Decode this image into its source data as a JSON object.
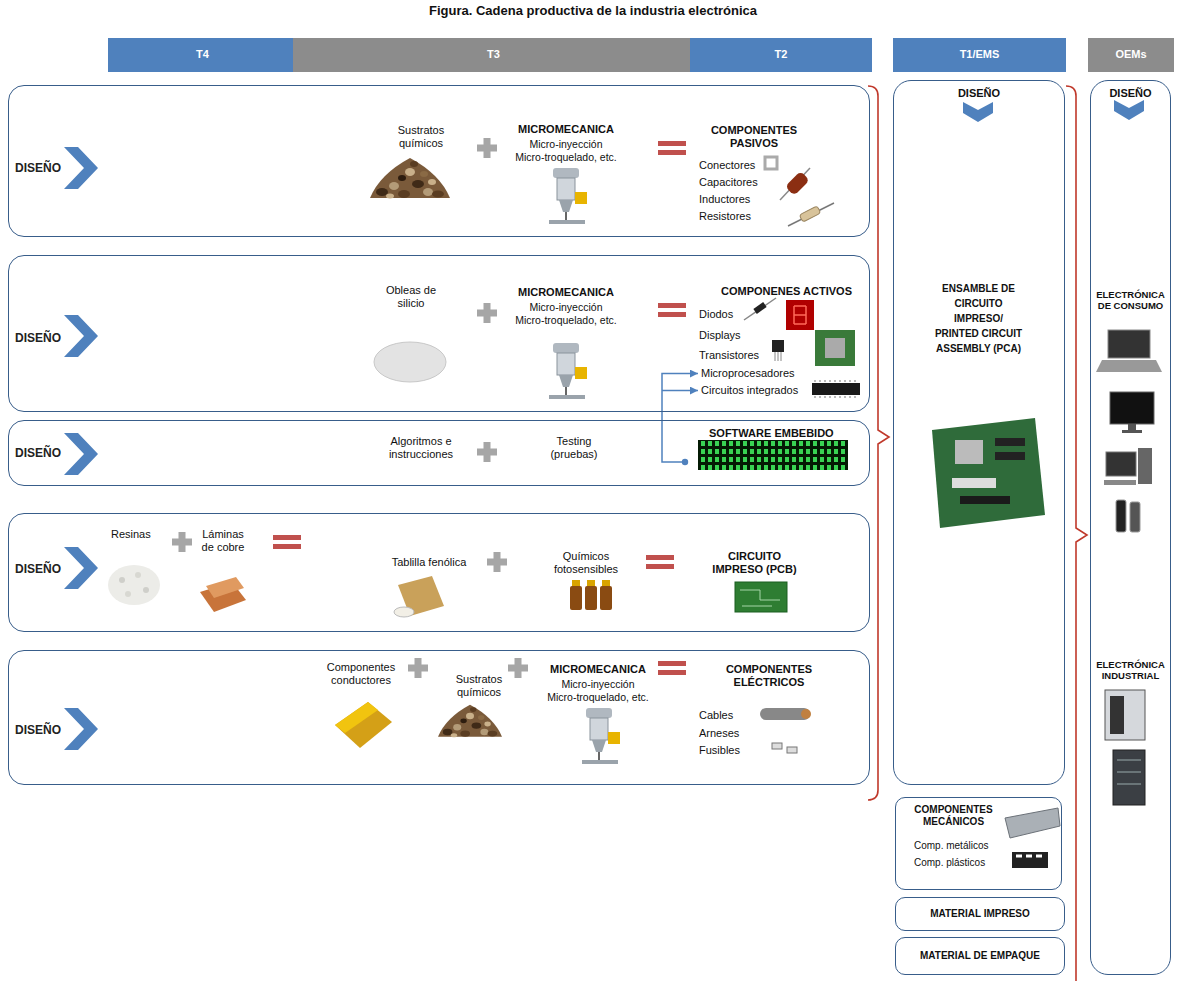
{
  "diagram": {
    "title": "Figura. Cadena productiva de la industria electrónica",
    "nodes": [
      {
        "text": [
          "T4"
        ]
      },
      {
        "text": [
          "T3"
        ]
      },
      {
        "text": [
          "T2"
        ]
      },
      {
        "text": [
          "T1/EMS"
        ]
      },
      {
        "text": [
          "OEMs"
        ]
      },
      {
        "text": [
          "DISEÑO",
          "Sustratos químicos",
          "MICROMECANICA",
          "Micro-inyección Micro-troquelado, etc.",
          "COMPONENTES PASIVOS",
          "Conectores",
          "Capacitores",
          "Inductores",
          "Resistores"
        ]
      },
      {
        "text": [
          "DISEÑO",
          "Obleas de silicio",
          "MICROMECANICA",
          "Micro-inyección Micro-troquelado, etc.",
          "COMPONENES ACTIVOS",
          "Diodos",
          "Displays",
          "Transistores",
          "Microprocesadores",
          "Circuitos integrados"
        ]
      },
      {
        "text": [
          "DISEÑO",
          "Algoritmos e instrucciones",
          "Testing (pruebas)",
          "SOFTWARE EMBEBIDO"
        ]
      },
      {
        "text": [
          "DISEÑO",
          "Resinas",
          "Láminas de cobre",
          "Tablilla fenólica",
          "Químicos fotosensibles",
          "CIRCUITO IMPRESO (PCB)"
        ]
      },
      {
        "text": [
          "DISEÑO",
          "Componentes conductores",
          "Sustratos químicos",
          "MICROMECANICA",
          "Micro-inyección Micro-troquelado, etc.",
          "COMPONENTES ELÉCTRICOS",
          "Cables",
          "Arneses",
          "Fusibles"
        ]
      },
      {
        "text": [
          "DISEÑO",
          "ENSAMBLE DE CIRCUITO IMPRESO/ PRINTED CIRCUIT ASSEMBLY (PCA)"
        ]
      },
      {
        "text": [
          "COMPONENTES MECÁNICOS",
          "Comp. metálicos",
          "Comp. plásticos"
        ]
      },
      {
        "text": [
          "MATERIAL IMPRESO"
        ]
      },
      {
        "text": [
          "MATERIAL DE EMPAQUE"
        ]
      },
      {
        "text": [
          "DISEÑO",
          "ELECTRÓNICA DE CONSUMO",
          "ELECTRÓNICA INDUSTRIAL"
        ]
      }
    ],
    "edges": [
      {
        "from": 7,
        "to": 6,
        "arrow": "to"
      }
    ]
  }
}
